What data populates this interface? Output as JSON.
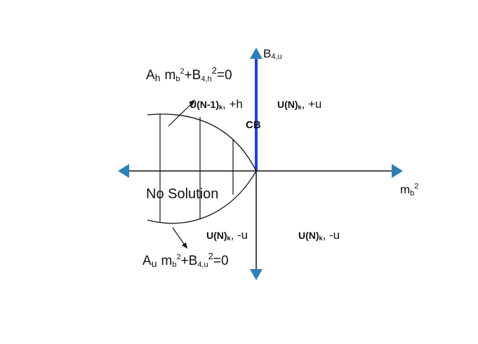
{
  "diagram": {
    "axis_x_label": {
      "base": "m",
      "sub": "b",
      "sup": "2"
    },
    "axis_y_label": {
      "base": "B",
      "sub": "4,u"
    },
    "cb_label": "CB",
    "no_solution_label": "No Solution",
    "upper_curve_eq": {
      "coef": "A",
      "coef_sub": "h",
      "m": "m",
      "m_sub": "b",
      "m_sup": "2",
      "plus": "+B",
      "b_sub": "4,h",
      "b_sup": "2",
      "rhs": "=0"
    },
    "lower_curve_eq": {
      "coef": "A",
      "coef_sub": "u",
      "m": "m",
      "m_sub": "b",
      "m_sup": "2",
      "plus": "+B",
      "b_sub": "4,u",
      "b_sup": "2",
      "rhs": "=0"
    },
    "regions": {
      "upper_left": {
        "name": "U(N-1)",
        "sub": "k",
        "sign": ", +h"
      },
      "upper_right": {
        "name": "U(N)",
        "sub": "k",
        "sign": ", +u"
      },
      "lower_left": {
        "name": "U(N)",
        "sub": "k",
        "sign": ", -u"
      },
      "lower_right": {
        "name": "U(N)",
        "sub": "k",
        "sign": ", -u"
      }
    },
    "colors": {
      "axis": "#111111",
      "arrowhead": "#2e7fb5",
      "cb_line": "#1f3fe0",
      "curve": "#111111"
    }
  }
}
